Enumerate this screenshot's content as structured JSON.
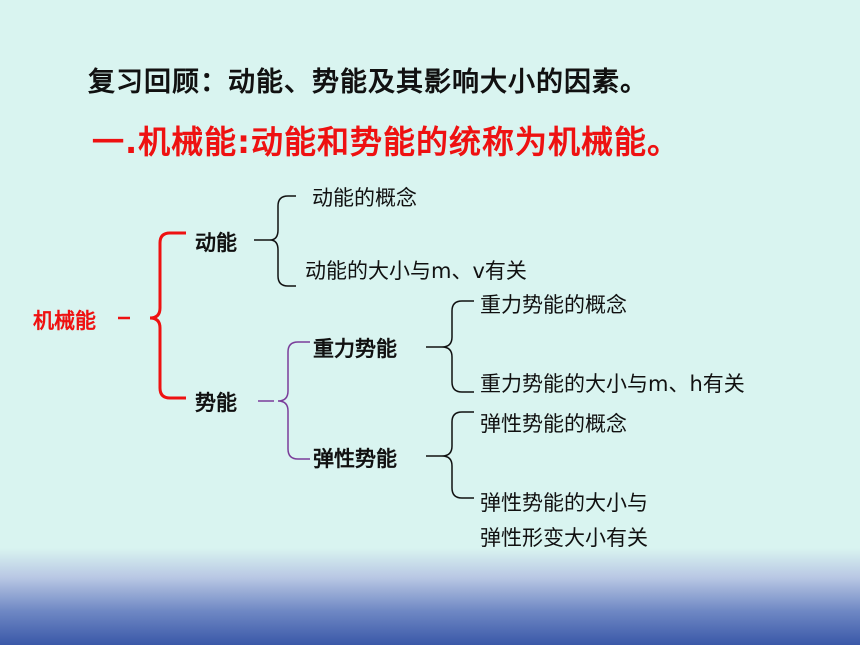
{
  "slide": {
    "subtitle": "复习回顾：动能、势能及其影响大小的因素。",
    "heading": "一.机械能:动能和势能的统称为机械能。"
  },
  "tree": {
    "root": "机械能",
    "kinetic": {
      "label": "动能",
      "leaf1": "动能的概念",
      "leaf2": "动能的大小与m、v有关"
    },
    "potential": {
      "label": "势能",
      "gravitational": {
        "label": "重力势能",
        "leaf1": "重力势能的概念",
        "leaf2": "重力势能的大小与m、h有关"
      },
      "elastic": {
        "label": "弹性势能",
        "leaf1": "弹性势能的概念",
        "leaf2_line1": "弹性势能的大小与",
        "leaf2_line2": "弹性形变大小有关"
      }
    }
  },
  "colors": {
    "background": "#d9f4f0",
    "heading": "#ee1111",
    "root_bracket": "#ee1111",
    "potential_bracket": "#7a3d9a",
    "line": "#111111"
  }
}
